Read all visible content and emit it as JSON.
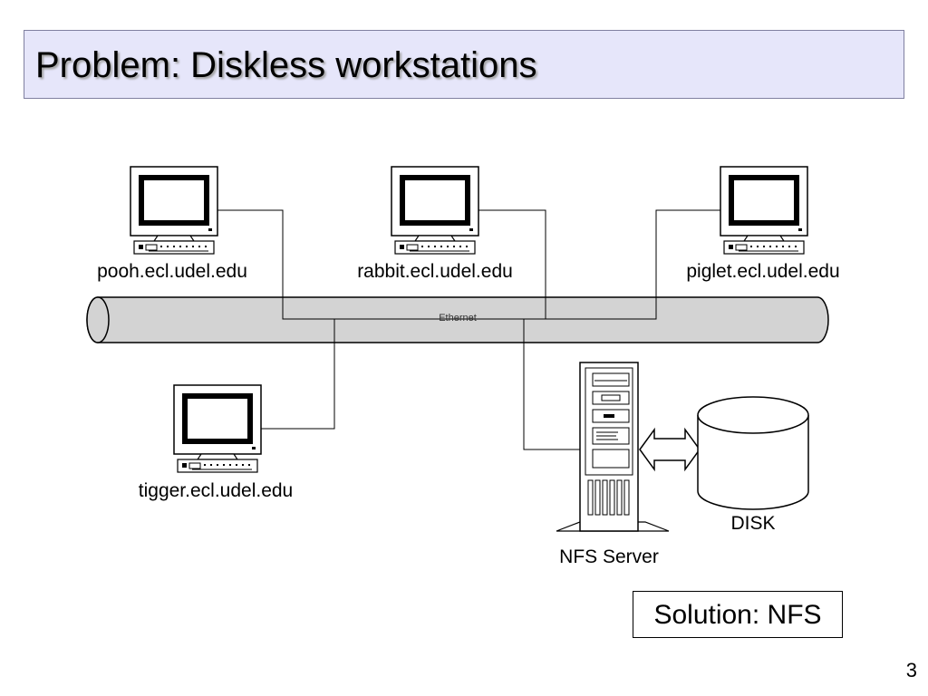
{
  "slide": {
    "title": "Problem:  Diskless workstations",
    "page_number": "3"
  },
  "network": {
    "ethernet_label": "Ethernet"
  },
  "workstations": [
    {
      "hostname": "pooh.ecl.udel.edu"
    },
    {
      "hostname": "rabbit.ecl.udel.edu"
    },
    {
      "hostname": "piglet.ecl.udel.edu"
    },
    {
      "hostname": "tigger.ecl.udel.edu"
    }
  ],
  "server": {
    "label": "NFS Server"
  },
  "disk": {
    "label": "DISK"
  },
  "solution": {
    "text": "Solution: NFS"
  },
  "colors": {
    "title_background": "#e6e6fa",
    "ethernet_fill": "#d3d3d3"
  }
}
